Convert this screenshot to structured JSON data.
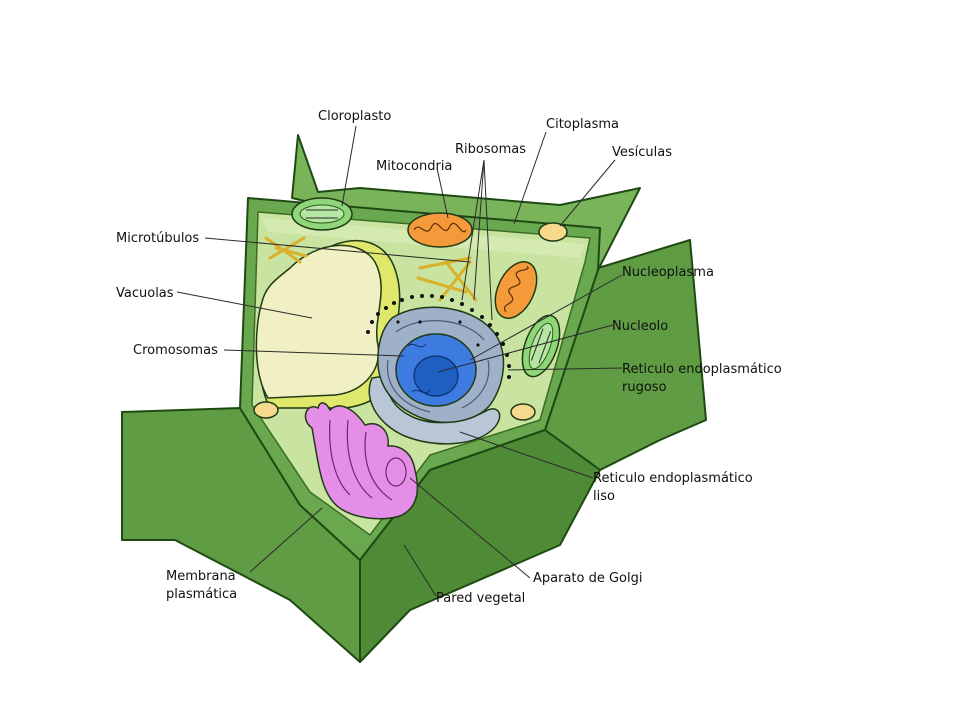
{
  "colors": {
    "wall": "#6aa84f",
    "wall_dark": "#4f8a36",
    "cytoplasm": "#c9e3a0",
    "cytoplasm_light": "#d9edb8",
    "vacuole": "#f1efc4",
    "vacuole_rim": "#dfe86a",
    "nucleus_envelope": "#9fb0c9",
    "nucleoplasm": "#3d7be0",
    "nucleolus": "#1f5fc4",
    "golgi": "#e48ee8",
    "mitochondria": "#f59a3a",
    "chloroplast": "#8fd67a",
    "vesicle": "#f6d98a",
    "microtubule": "#d9b12a"
  },
  "labels": {
    "cloroplasto": "Cloroplasto",
    "mitocondria": "Mitocondria",
    "ribosomas": "Ribosomas",
    "citoplasma": "Citoplasma",
    "vesiculas": "Vesículas",
    "microtubulos": "Microtúbulos",
    "vacuolas": "Vacuolas",
    "cromosomas": "Cromosomas",
    "nucleoplasma": "Nucleoplasma",
    "nucleolo": "Nucleolo",
    "rer_line1": "Reticulo endoplasmático",
    "rer_line2": "rugoso",
    "rel_line1": "Reticulo endoplasmático",
    "rel_line2": "liso",
    "membrana_line1": "Membrana",
    "membrana_line2": "plasmática",
    "golgi": "Aparato de Golgi",
    "pared": "Pared vegetal"
  }
}
